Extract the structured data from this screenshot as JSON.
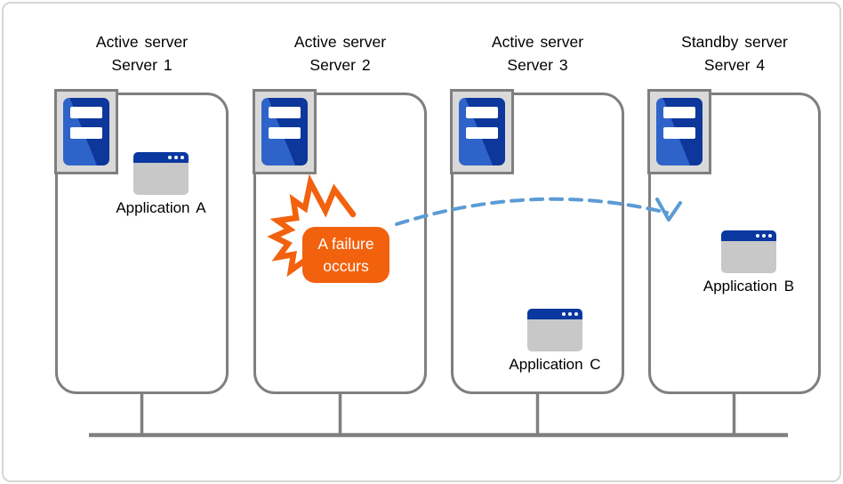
{
  "servers": [
    {
      "role": "Active server",
      "name": "Server 1",
      "app": "Application A"
    },
    {
      "role": "Active server",
      "name": "Server 2",
      "failure": "A failure occurs"
    },
    {
      "role": "Active server",
      "name": "Server 3",
      "app": "Application C"
    },
    {
      "role": "Standby server",
      "name": "Server 4",
      "app": "Application B"
    }
  ],
  "icons": {
    "server": "server-tower-icon",
    "application": "application-window-icon",
    "failure": "explosion-burst-icon",
    "failover": "dashed-failover-arrow",
    "network": "network-bus-line"
  },
  "colors": {
    "accent_orange": "#F2610D",
    "arrow_blue": "#5B9BD5",
    "server_blue_light": "#2E64C9",
    "server_blue_dark": "#0E379B",
    "app_titlebar_blue": "#0A38A0",
    "line_gray": "#7F7F7F",
    "holder_gray": "#D9D9D9",
    "window_gray": "#C8C8C8",
    "text_black": "#000000"
  }
}
